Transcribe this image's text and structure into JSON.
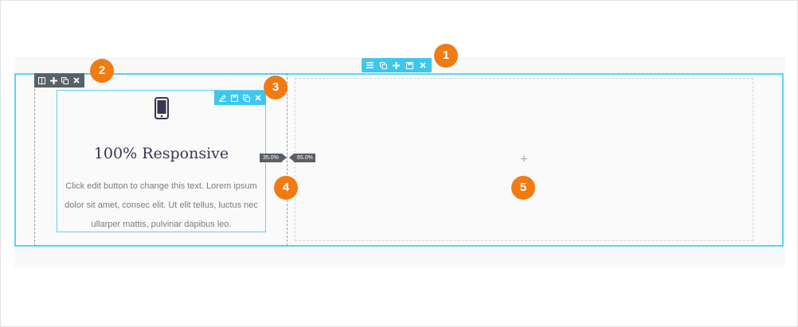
{
  "section_toolbar": {
    "icons": [
      "menu-icon",
      "duplicate-icon",
      "add-icon",
      "save-icon",
      "close-icon"
    ],
    "color": "#3dc7ef"
  },
  "column_toolbar": {
    "icons": [
      "column-icon",
      "add-icon",
      "duplicate-icon",
      "close-icon"
    ],
    "color": "#5a6068"
  },
  "widget_toolbar": {
    "icons": [
      "edit-icon",
      "save-icon",
      "duplicate-icon",
      "close-icon"
    ],
    "color": "#3dc7ef"
  },
  "widget": {
    "icon": "mobile-phone-icon",
    "title": "100% Responsive",
    "text": "Click edit button to change this text. Lorem ipsum dolor sit amet, consec elit. Ut elit tellus, luctus nec ullarper mattis, pulvinar dapibus leo."
  },
  "column_widths": {
    "left": "35.0%",
    "right": "65.0%"
  },
  "add_widget": {
    "label": "+"
  },
  "badges": [
    "1",
    "2",
    "3",
    "4",
    "5"
  ],
  "colors": {
    "accent": "#5fd3f3",
    "badge": "#f07b12",
    "dark": "#5a6068"
  }
}
